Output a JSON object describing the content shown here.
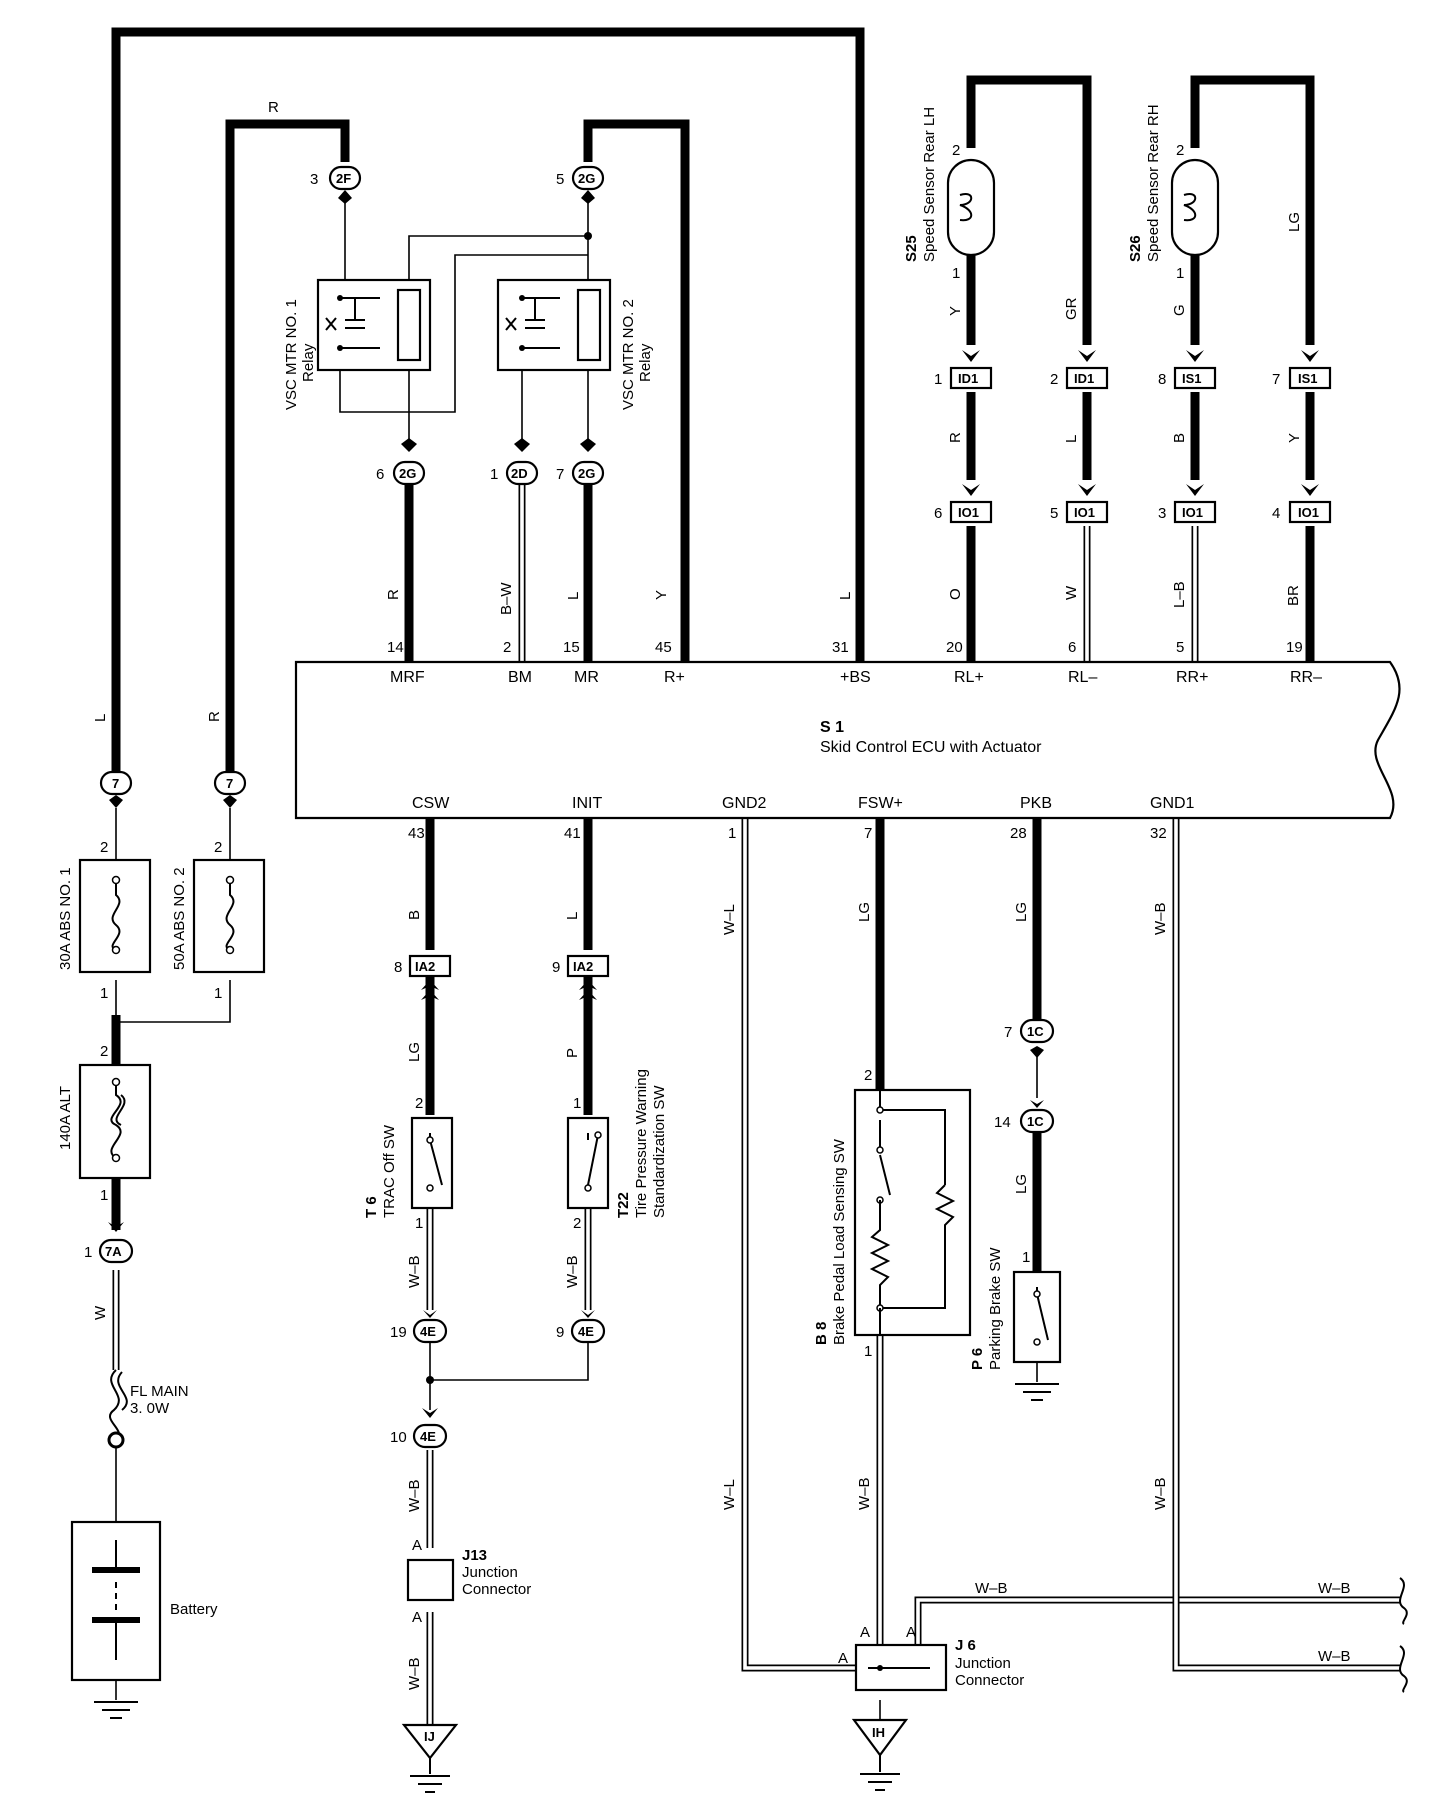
{
  "ecu": {
    "id": "S 1",
    "name": "Skid Control ECU with Actuator"
  },
  "ecu_top_terminals": [
    {
      "pin": "14",
      "name": "MRF",
      "wire": "R"
    },
    {
      "pin": "2",
      "name": "BM",
      "wire": "B–W"
    },
    {
      "pin": "15",
      "name": "MR",
      "wire": "L"
    },
    {
      "pin": "45",
      "name": "R+",
      "wire": "Y"
    },
    {
      "pin": "31",
      "name": "+BS",
      "wire": "L"
    },
    {
      "pin": "20",
      "name": "RL+",
      "wire": "O"
    },
    {
      "pin": "6",
      "name": "RL–",
      "wire": "W"
    },
    {
      "pin": "5",
      "name": "RR+",
      "wire": "L–B"
    },
    {
      "pin": "19",
      "name": "RR–",
      "wire": "BR"
    }
  ],
  "ecu_bottom_terminals": [
    {
      "pin": "43",
      "name": "CSW",
      "wire": "B"
    },
    {
      "pin": "41",
      "name": "INIT",
      "wire": "L"
    },
    {
      "pin": "1",
      "name": "GND2",
      "wire": "W–L"
    },
    {
      "pin": "7",
      "name": "FSW+",
      "wire": "LG"
    },
    {
      "pin": "28",
      "name": "PKB",
      "wire": "LG"
    },
    {
      "pin": "32",
      "name": "GND1",
      "wire": "W–B"
    }
  ],
  "relays": [
    {
      "name": "VSC MTR NO. 1",
      "sub": "Relay",
      "conn_in": {
        "pin": "3",
        "id": "2F"
      },
      "conn_out": {
        "pin": "6",
        "id": "2G"
      }
    },
    {
      "name": "VSC MTR NO. 2",
      "sub": "Relay",
      "conn_in": {
        "pin": "5",
        "id": "2G"
      },
      "conn_out": {
        "pin": "7",
        "id": "2G"
      }
    }
  ],
  "relay_bm_conn": {
    "pin": "1",
    "id": "2D"
  },
  "relay_feed_wire": "R",
  "power": {
    "left_wire": "L",
    "right_wire": "R",
    "conn_left": {
      "id": "7"
    },
    "conn_right": {
      "id": "7"
    },
    "fuse_abs1": {
      "name": "30A ABS NO. 1",
      "pin_top": "2",
      "pin_bottom": "1"
    },
    "fuse_abs2": {
      "name": "50A ABS NO. 2",
      "pin_top": "2",
      "pin_bottom": "1"
    },
    "fuse_alt": {
      "name": "140A ALT",
      "pin_top": "2",
      "pin_bottom": "1"
    },
    "conn_7a": {
      "pin": "1",
      "id": "7A"
    },
    "wire_w": "W",
    "fl_main": {
      "line1": "FL MAIN",
      "line2": "3. 0W"
    },
    "battery": "Battery"
  },
  "sensors": [
    {
      "id": "S25",
      "name": "Speed Sensor Rear LH",
      "pin2": "2",
      "pin1": "1",
      "wire_a": "Y",
      "wire_b": "GR",
      "c1": {
        "pin": "1",
        "id": "ID1"
      },
      "c2": {
        "pin": "2",
        "id": "ID1"
      },
      "wire_a2": "R",
      "wire_b2": "L",
      "c3": {
        "pin": "6",
        "id": "IO1"
      },
      "c4": {
        "pin": "5",
        "id": "IO1"
      }
    },
    {
      "id": "S26",
      "name": "Speed Sensor Rear RH",
      "pin2": "2",
      "pin1": "1",
      "wire_a": "G",
      "wire_b": "LG",
      "c1": {
        "pin": "8",
        "id": "IS1"
      },
      "c2": {
        "pin": "7",
        "id": "IS1"
      },
      "wire_a2": "B",
      "wire_b2": "Y",
      "c3": {
        "pin": "3",
        "id": "IO1"
      },
      "c4": {
        "pin": "4",
        "id": "IO1"
      }
    }
  ],
  "csw_branch": {
    "conn_ia2": {
      "pin": "8",
      "id": "IA2"
    },
    "wire_lg": "LG",
    "switch": {
      "id": "T 6",
      "name": "TRAC Off SW",
      "pin_top": "2",
      "pin_bottom": "1"
    },
    "wire_wb": "W–B",
    "conn_4e": {
      "pin": "19",
      "id": "4E"
    }
  },
  "init_branch": {
    "conn_ia2": {
      "pin": "9",
      "id": "IA2"
    },
    "wire_p": "P",
    "switch": {
      "id": "T22",
      "name": "Tire Pressure Warning",
      "name2": "Standardization SW",
      "pin_top": "1",
      "pin_bottom": "2"
    },
    "wire_wb": "W–B",
    "conn_4e": {
      "pin": "9",
      "id": "4E"
    }
  },
  "ground_ij": {
    "conn_4e": {
      "pin": "10",
      "id": "4E"
    },
    "wire_wb": "W–B",
    "junction": {
      "id": "J13",
      "name": "Junction",
      "name2": "Connector",
      "pin_a": "A"
    },
    "wire_wb2": "W–B",
    "ground": "IJ"
  },
  "brake_sw": {
    "id": "B 8",
    "name": "Brake Pedal Load Sensing SW",
    "pin_top": "2",
    "pin_bottom": "1",
    "wire_below": "W–B"
  },
  "parking": {
    "conn_1c_a": {
      "pin": "7",
      "id": "1C"
    },
    "conn_1c_b": {
      "pin": "14",
      "id": "1C"
    },
    "wire_lg": "LG",
    "switch": {
      "id": "P 6",
      "name": "Parking Brake SW",
      "pin": "1"
    }
  },
  "gnd2_wire_lower": "W–L",
  "gnd1_wire_lower": "W–B",
  "junction_j6": {
    "id": "J 6",
    "name": "Junction",
    "name2": "Connector",
    "pin_a": "A",
    "ground": "IH"
  },
  "right_wires": {
    "upper": "W–B",
    "upper_far": "W–B",
    "lower_far": "W–B"
  }
}
